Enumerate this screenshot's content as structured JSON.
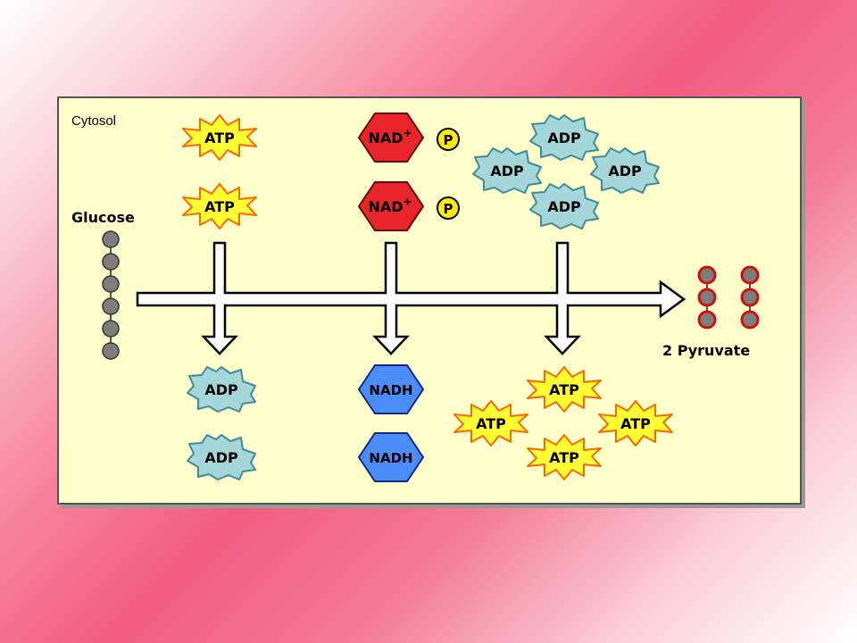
{
  "colors": {
    "panel_bg": "#ffffcc",
    "atp_fill": "#ffff33",
    "atp_stroke": "#ff6600",
    "adp_fill": "#a5d6d9",
    "adp_stroke": "#3e8c94",
    "nad_fill": "#e8262a",
    "nadh_fill": "#4a8dfb",
    "phosphate_fill": "#ffee00",
    "carbon_gray": "#7d7d7d",
    "pyruvate_ring": "#d01010"
  },
  "diagram": {
    "compartment_label": "Cytosol",
    "substrate_label": "Glucose",
    "product_label": "2 Pyruvate",
    "inputs": {
      "atp": [
        "ATP",
        "ATP"
      ],
      "nad": [
        "NAD",
        "NAD"
      ],
      "nad_superscript": "+",
      "phosphate": [
        "P",
        "P"
      ],
      "adp": [
        "ADP",
        "ADP",
        "ADP",
        "ADP"
      ]
    },
    "outputs": {
      "adp": [
        "ADP",
        "ADP"
      ],
      "nadh": [
        "NADH",
        "NADH"
      ],
      "atp": [
        "ATP",
        "ATP",
        "ATP",
        "ATP"
      ]
    }
  }
}
